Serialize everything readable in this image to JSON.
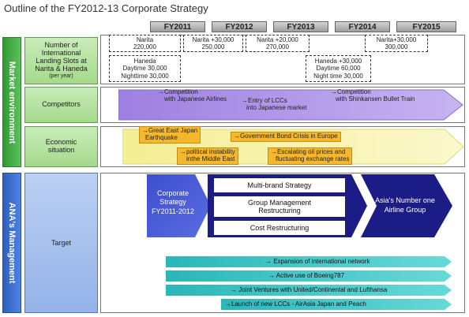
{
  "title": "Outline of the FY2012-13 Corporate Strategy",
  "years": [
    "FY2011",
    "FY2012",
    "FY2013",
    "FY2014",
    "FY2015"
  ],
  "sections": {
    "market": "Market environment",
    "management": "ANA's Management"
  },
  "rows": {
    "slots": [
      "Number of",
      "International",
      "Landing Slots at",
      "Narita & Haneda",
      "(per year)"
    ],
    "competitors": "Competitors",
    "economic": [
      "Economic",
      "situation"
    ],
    "target": "Target"
  },
  "slots": {
    "narita1": [
      "Narita",
      "220,000"
    ],
    "narita2": [
      "Narita +30,000",
      "250,000"
    ],
    "narita3": [
      "Narita +20,000",
      "270,000"
    ],
    "narita4": [
      "Narita+30,000",
      "300,000"
    ],
    "haneda1": [
      "Haneda",
      "Daytime 30,000",
      "Nighttime 30,000"
    ],
    "haneda2": [
      "Haneda +30,000",
      "Daytime 60,000",
      "Night time 30,000"
    ]
  },
  "competitors": {
    "c1": [
      "→Competition",
      "with Japanese Airlines"
    ],
    "c2": [
      "→Entry of LCCs",
      "into Japanese market"
    ],
    "c3": [
      "→Competition",
      "with Shinkansen Bullet Train"
    ]
  },
  "economic": {
    "e1": [
      "→Great East Japan",
      "Earthquake"
    ],
    "e2": "→Government  Bond Crisis in Europe",
    "e3": [
      "→political instability",
      "inthe Middle East"
    ],
    "e4": [
      "→Escalating oil prices and",
      "fluctuating exchange rates"
    ]
  },
  "target": {
    "plan": [
      "Corporate",
      "Strategy",
      "FY2011-2012"
    ],
    "multibrand": "Multi-brand Strategy",
    "group": [
      "Group Management",
      "Restructuring"
    ],
    "cost": "Cost Restructuring",
    "asia": [
      "Asia's Number one",
      "Airline Group"
    ]
  },
  "initiatives": [
    "→ Expansion of international network",
    "→ Active use of Boeing787",
    "→ Joint Ventures with United/Continental and Lufthansa",
    "→Launch of new LCCs -  AirAsia Japan and Peach"
  ],
  "colors": {
    "green": "#3fae3f",
    "blue": "#2f5fc0",
    "purple": "#a88be6",
    "yellow": "#f7f2a6",
    "teal": "#3fc7c7",
    "navy": "#1c1c87",
    "orange": "#f5b82c"
  }
}
